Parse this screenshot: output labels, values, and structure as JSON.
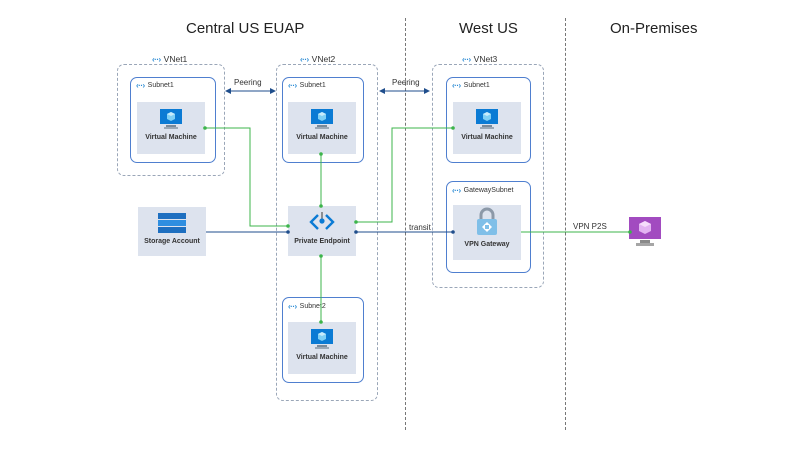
{
  "regions": [
    {
      "title": "Central US EUAP"
    },
    {
      "title": "West US"
    },
    {
      "title": "On-Premises"
    }
  ],
  "vnets": {
    "vnet1": {
      "label": "VNet1",
      "subnet1": "Subnet1"
    },
    "vnet2": {
      "label": "VNet2",
      "subnet1": "Subnet1",
      "subnet2": "Subnet2"
    },
    "vnet3": {
      "label": "VNet3",
      "subnet1": "Subnet1",
      "gateway_subnet": "GatewaySubnet"
    }
  },
  "resources": {
    "vm1": "Virtual Machine",
    "vm2": "Virtual Machine",
    "vm3": "Virtual Machine",
    "vm4": "Virtual Machine",
    "storage": "Storage Account",
    "private_endpoint": "Private Endpoint",
    "vpn_gateway": "VPN Gateway"
  },
  "edges": {
    "peering1": "Peering",
    "peering2": "Peering",
    "transit": "transit",
    "vpn": "VPN P2S"
  },
  "colors": {
    "green_link": "#3cb44b",
    "blue_link": "#1f4e8c",
    "vm_blue": "#0b7bd4",
    "resource_bg": "#dde3ee",
    "onprem_purple": "#a24bc0"
  },
  "icons": {
    "network": "vnet-icon",
    "vm": "virtual-machine-icon",
    "storage": "storage-account-icon",
    "endpoint": "private-endpoint-icon",
    "gateway": "vpn-gateway-icon",
    "onprem": "on-premises-computer-icon"
  }
}
